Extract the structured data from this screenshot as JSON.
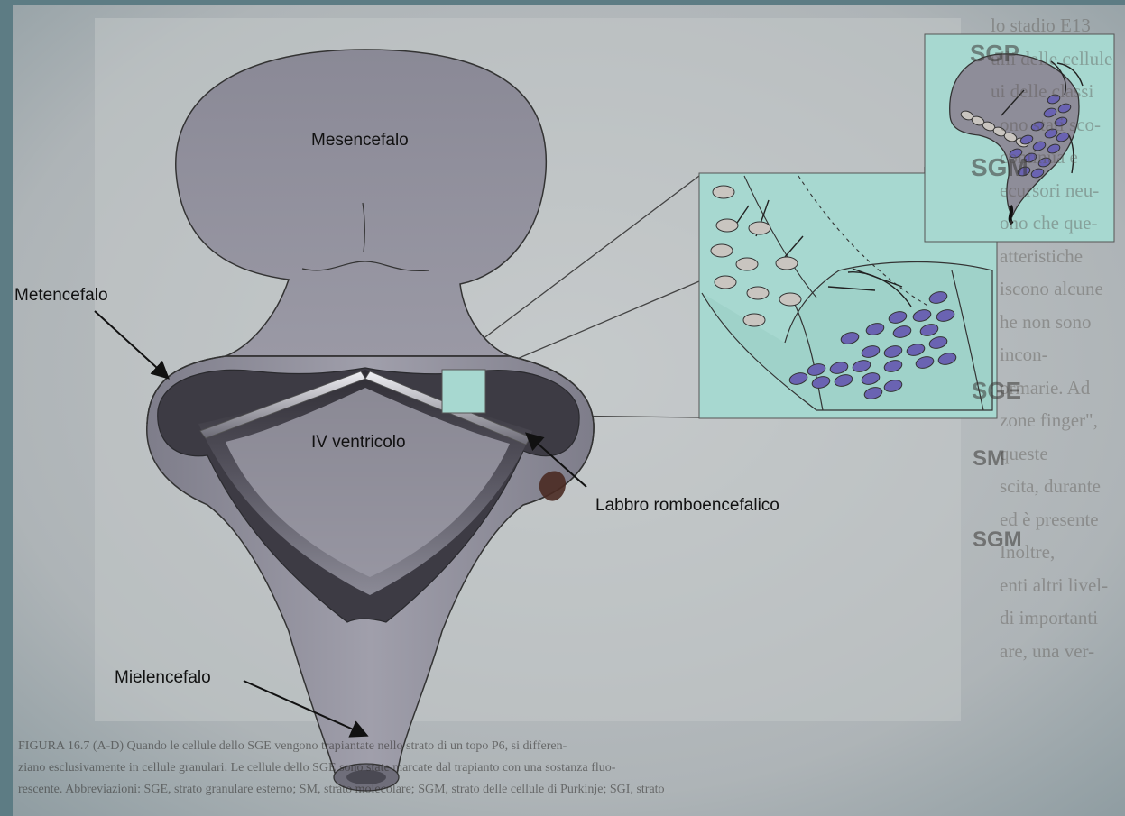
{
  "labels": {
    "mesencefalo": "Mesencefalo",
    "metencefalo": "Metencefalo",
    "iv_ventricolo": "IV ventricolo",
    "labbro": "Labbro romboencefalico",
    "mielencefalo": "Mielencefalo"
  },
  "background_page": {
    "right_column_lines": [
      "lo stadio E13",
      "ulli delle cellule",
      "ui delle classi",
      "ono stati sco-",
      "continua e",
      "ecursori neu-",
      "ono che que-",
      "atteristiche",
      "iscono alcune",
      "he non sono",
      "incon-",
      "ormarie. Ad",
      "zone finger\",",
      "queste",
      "scita, durante",
      "ed è presente",
      "Inoltre,",
      "enti altri livel-",
      "di importanti",
      "are, una ver-"
    ],
    "abbreviations": {
      "sgp": "SGP",
      "sgm": "SGM",
      "sge": "SGE",
      "sm": "SM",
      "sgm2": "SGM"
    },
    "caption_lines": [
      "FIGURA 16.7 (A-D) Quando le cellule dello SGE vengono trapiantate nello strato di un topo P6, si differen-",
      "ziano esclusivamente in cellule granulari. Le cellule dello SGE sono state marcate dal trapianto con una sostanza fluo-",
      "rescente. Abbreviazioni: SGE, strato granulare esterno; SM, strato molecolare; SGM, strato delle cellule di Purkinje; SGI, strato"
    ]
  },
  "colors": {
    "inset_fill": "#a7d8d0",
    "brain_fill": "#8f8e9a",
    "migrating_cells": "#6a63b2",
    "precursor_cells": "#c9c5c0"
  }
}
